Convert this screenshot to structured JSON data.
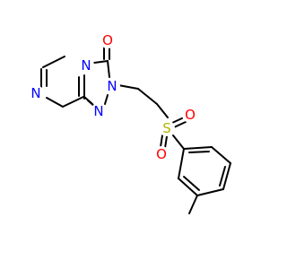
{
  "structure": {
    "atoms": {
      "oxygen_carbonyl": "O",
      "n_bridge": "N",
      "n_triazole_2": "N",
      "n_triazole_1": "N",
      "n_pyrazine": "N",
      "sulfur": "S",
      "oxygen_sulfonyl_1": "O",
      "oxygen_sulfonyl_2": "O"
    },
    "colors": {
      "bond": "#000000",
      "nitrogen": "#0000ff",
      "oxygen": "#ff0000",
      "sulfur": "#b3b300"
    }
  }
}
